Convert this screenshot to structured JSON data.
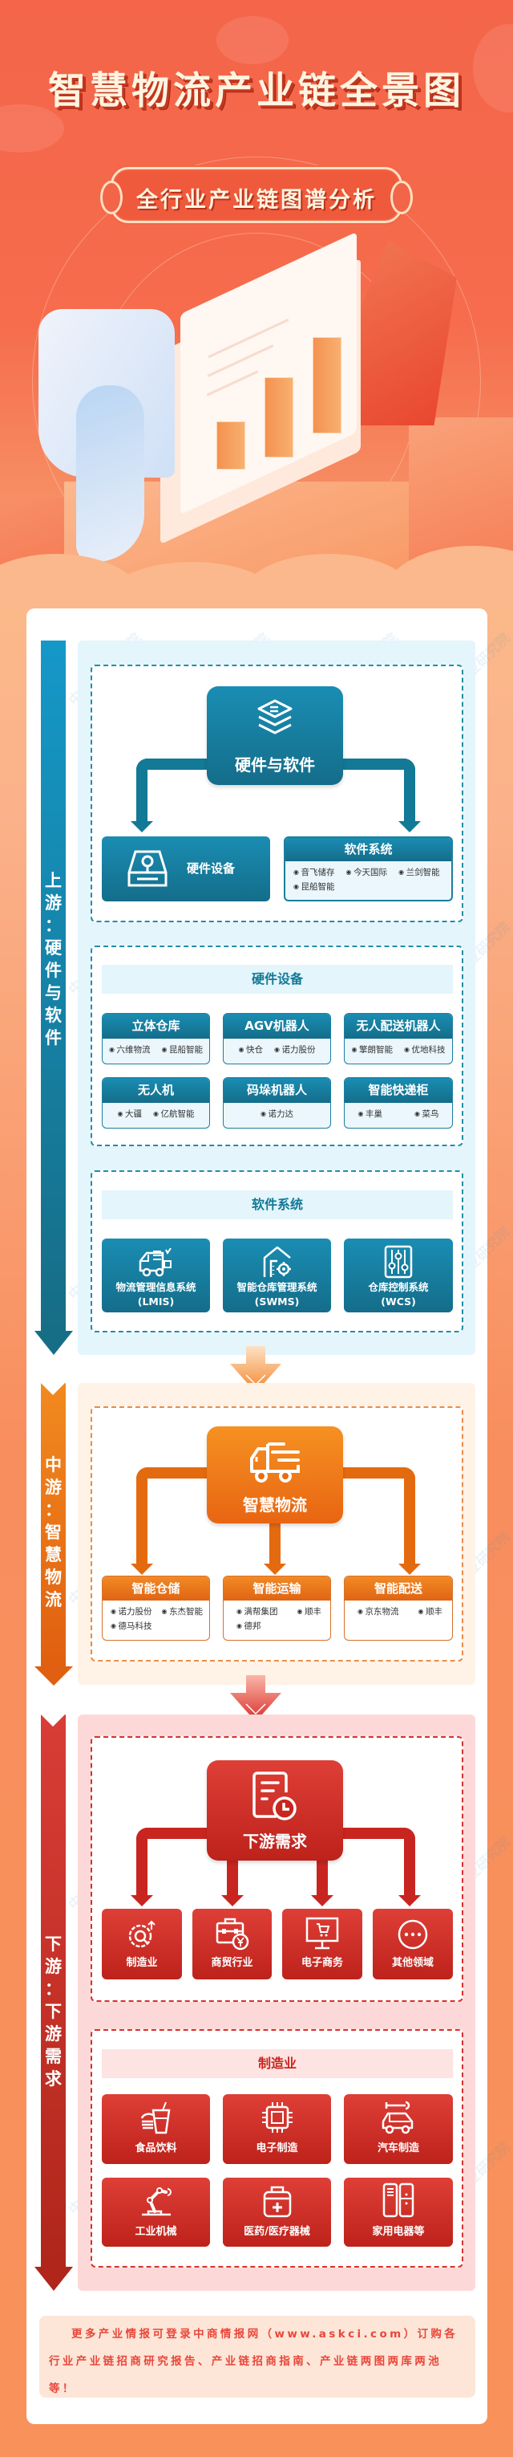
{
  "header": {
    "title": "智慧物流产业链全景图",
    "subtitle": "全行业产业链图谱分析"
  },
  "colors": {
    "upstream": "#157fa3",
    "midstream": "#ee7417",
    "downstream": "#d2302b",
    "background": "#f66c4c"
  },
  "upstream": {
    "label": "上游：硬件与软件",
    "label_chars": [
      "上",
      "游",
      "：",
      "硬",
      "件",
      "与",
      "软",
      "件"
    ],
    "hub": {
      "label": "硬件与软件",
      "icon": "layers-icon"
    },
    "branches": [
      {
        "label": "硬件设备",
        "icon": "hard-drive-icon"
      },
      {
        "label": "软件系统",
        "companies": [
          "音飞储存",
          "今天国际",
          "兰剑智能",
          "昆船智能"
        ]
      }
    ],
    "hardware": {
      "title": "硬件设备",
      "items": [
        {
          "label": "立体仓库",
          "companies": [
            "六维物流",
            "昆船智能"
          ]
        },
        {
          "label": "AGV机器人",
          "companies": [
            "快仓",
            "诺力股份"
          ]
        },
        {
          "label": "无人配送机器人",
          "companies": [
            "擎朗智能",
            "优地科技"
          ]
        },
        {
          "label": "无人机",
          "companies": [
            "大疆",
            "亿航智能"
          ]
        },
        {
          "label": "码垛机器人",
          "companies": [
            "诺力达"
          ]
        },
        {
          "label": "智能快递柜",
          "companies": [
            "丰巢",
            "菜鸟"
          ]
        }
      ]
    },
    "software": {
      "title": "软件系统",
      "items": [
        {
          "label": "物流管理信息系统",
          "abbr": "(LMIS)",
          "icon": "truck-list-icon"
        },
        {
          "label": "智能仓库管理系统",
          "abbr": "(SWMS)",
          "icon": "warehouse-gear-icon"
        },
        {
          "label": "仓库控制系统",
          "abbr": "(WCS)",
          "icon": "control-sliders-icon"
        }
      ]
    }
  },
  "midstream": {
    "label": "中游：智慧物流",
    "label_chars": [
      "中",
      "游",
      "：",
      "智",
      "慧",
      "物",
      "流"
    ],
    "hub": {
      "label": "智慧物流",
      "icon": "truck-icon"
    },
    "items": [
      {
        "label": "智能仓储",
        "companies": [
          "诺力股份",
          "东杰智能",
          "德马科技"
        ]
      },
      {
        "label": "智能运输",
        "companies": [
          "满帮集团",
          "顺丰",
          "德邦"
        ]
      },
      {
        "label": "智能配送",
        "companies": [
          "京东物流",
          "顺丰"
        ]
      }
    ]
  },
  "downstream": {
    "label": "下游：下游需求",
    "label_chars": [
      "下",
      "游",
      "：",
      "下",
      "游",
      "需",
      "求"
    ],
    "hub": {
      "label": "下游需求",
      "icon": "document-clock-icon"
    },
    "items": [
      {
        "label": "制造业",
        "icon": "gear-search-icon"
      },
      {
        "label": "商贸行业",
        "icon": "briefcase-yen-icon"
      },
      {
        "label": "电子商务",
        "icon": "monitor-cart-icon"
      },
      {
        "label": "其他领域",
        "icon": "more-icon"
      }
    ],
    "manufacturing": {
      "title": "制造业",
      "items": [
        {
          "label": "食品饮料",
          "icon": "food-drink-icon"
        },
        {
          "label": "电子制造",
          "icon": "chip-icon"
        },
        {
          "label": "汽车制造",
          "icon": "car-wrench-icon"
        },
        {
          "label": "工业机械",
          "icon": "robot-arm-icon"
        },
        {
          "label": "医药/医疗器械",
          "icon": "medical-kit-icon"
        },
        {
          "label": "家用电器等",
          "icon": "refrigerator-icon"
        }
      ]
    }
  },
  "footer": {
    "text": "更多产业情报可登录中商情报网（www.askci.com）订购各行业产业链招商研究报告、产业链招商指南、产业链两图两库两池等！"
  },
  "watermark": "中商产业研究院"
}
